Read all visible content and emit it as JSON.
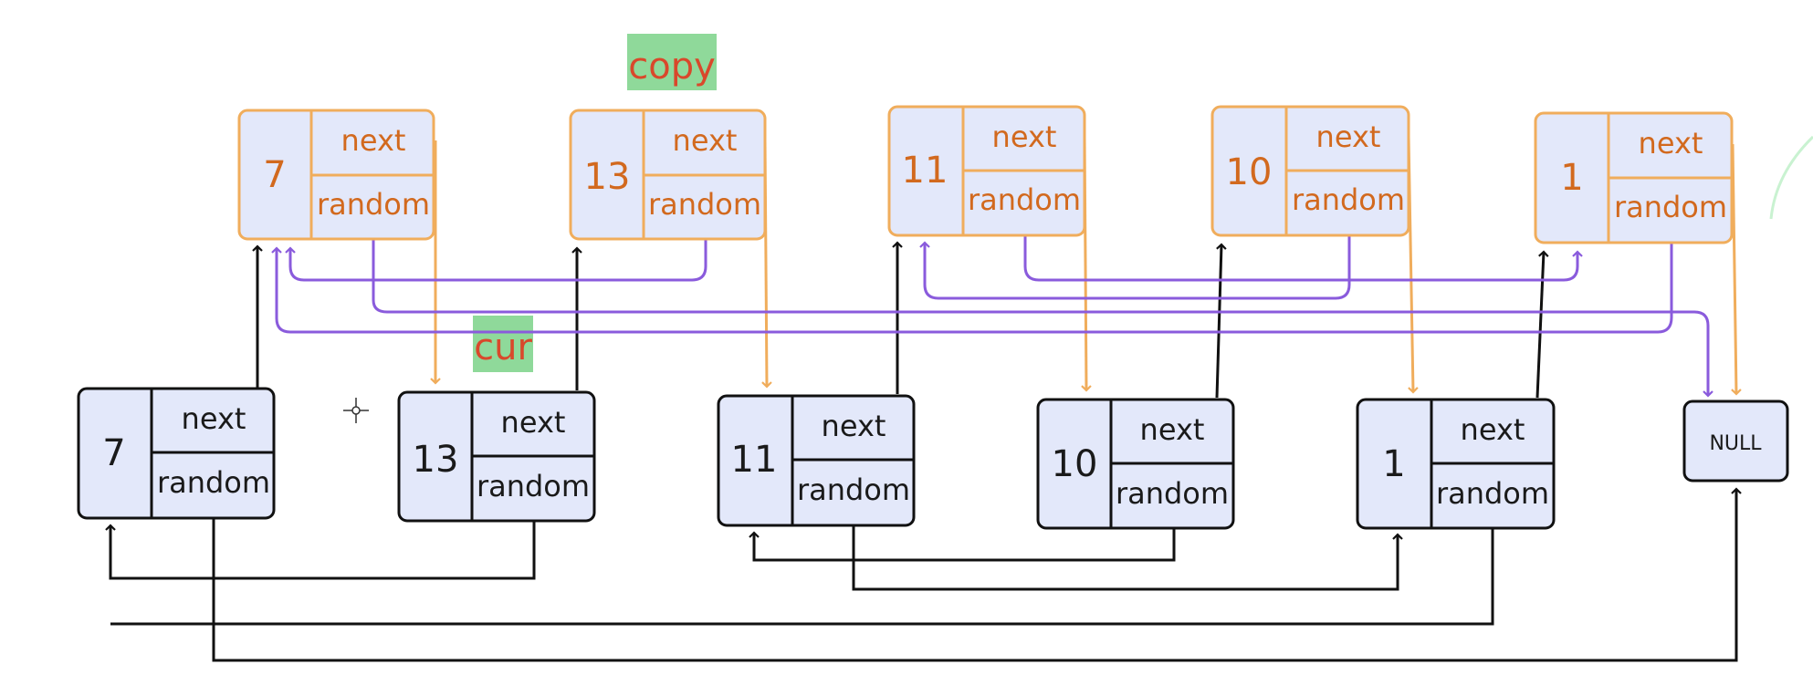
{
  "labels": {
    "copy": "copy",
    "cur": "cur",
    "null": "NULL"
  },
  "colors": {
    "copy_border": "#f0ad5c",
    "copy_text": "#d2691e",
    "orig_border": "#111111",
    "orig_text": "#1a1a1a",
    "node_fill": "#e3e8fa",
    "random_link": "#8a5bdc",
    "label_bg": "#8fd99a",
    "label_text": "#d9482b"
  },
  "copy_nodes": [
    {
      "value": "7",
      "next_label": "next",
      "random_label": "random"
    },
    {
      "value": "13",
      "next_label": "next",
      "random_label": "random"
    },
    {
      "value": "11",
      "next_label": "next",
      "random_label": "random"
    },
    {
      "value": "10",
      "next_label": "next",
      "random_label": "random"
    },
    {
      "value": "1",
      "next_label": "next",
      "random_label": "random"
    }
  ],
  "original_nodes": [
    {
      "value": "7",
      "next_label": "next",
      "random_label": "random"
    },
    {
      "value": "13",
      "next_label": "next",
      "random_label": "random"
    },
    {
      "value": "11",
      "next_label": "next",
      "random_label": "random"
    },
    {
      "value": "10",
      "next_label": "next",
      "random_label": "random"
    },
    {
      "value": "1",
      "next_label": "next",
      "random_label": "random"
    }
  ]
}
